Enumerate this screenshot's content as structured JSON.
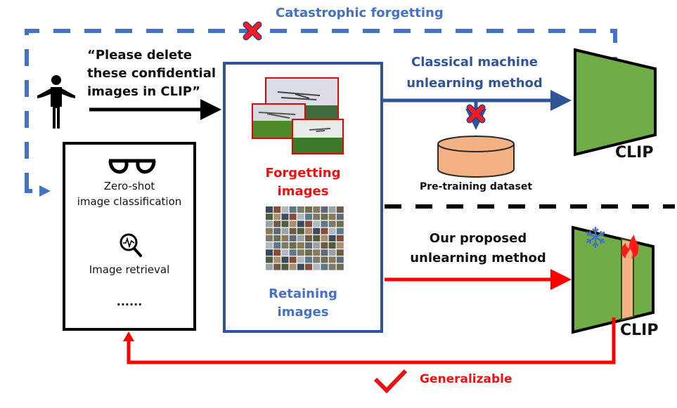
{
  "title": "CLIP machine unlearning overview",
  "colors": {
    "dashed_blue": "#4472c4",
    "box_blue": "#2f5597",
    "red": "#ff0000",
    "clip_green": "#70ad47",
    "dataset_orange": "#f4b183",
    "black": "#000000"
  },
  "labels": {
    "catastrophic_forgetting": "Catastrophic forgetting",
    "request_line1": "“Please delete",
    "request_line2": "these confidential",
    "request_line3": "images in CLIP”",
    "classical_line1": "Classical machine",
    "classical_line2": "unlearning method",
    "pretraining_dataset": "Pre-training dataset",
    "clip_top": "CLIP",
    "clip_bottom": "CLIP",
    "forgetting_line1": "Forgetting",
    "forgetting_line2": "images",
    "retaining_line1": "Retaining",
    "retaining_line2": "images",
    "task_zero_shot_line1": "Zero-shot",
    "task_zero_shot_line2": "image classification",
    "task_retrieval": "Image retrieval",
    "task_more": "......",
    "ours_line1": "Our proposed",
    "ours_line2": "unlearning method",
    "generalizable": "Generalizable"
  },
  "icons": {
    "person": "person-shrugging-icon",
    "glasses": "glasses-icon",
    "search": "magnifier-waveform-icon",
    "cross_top": "red-cross-icon",
    "cross_dataset": "red-cross-icon",
    "snowflake": "snowflake-icon",
    "fire": "fire-icon",
    "check": "checkmark-icon"
  },
  "retain_grid": {
    "rows": 9,
    "cols": 10
  }
}
